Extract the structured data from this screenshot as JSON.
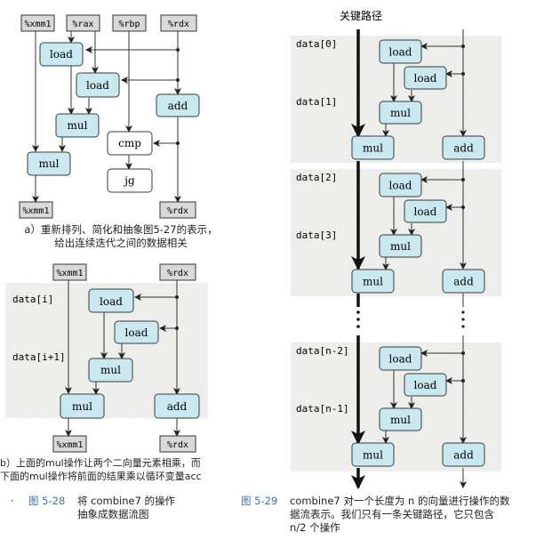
{
  "figure_5_28": {
    "panel_a": {
      "registers_top": [
        "%xmm1",
        "%rax",
        "%rbp",
        "%rdx"
      ],
      "registers_bottom": [
        "%xmm1",
        "%rdx"
      ],
      "ops": {
        "load1": "load",
        "load2": "load",
        "mul1": "mul",
        "mul2": "mul",
        "add": "add",
        "cmp": "cmp",
        "jg": "jg"
      },
      "caption_line1": "a）重新排列、简化和抽象图5-27的表示，",
      "caption_line2": "给出连续迭代之间的数据相关"
    },
    "panel_b": {
      "registers_top": [
        "%xmm1",
        "%rdx"
      ],
      "registers_bottom": [
        "%xmm1",
        "%rdx"
      ],
      "row_labels": [
        "data[i]",
        "data[i+1]"
      ],
      "ops": {
        "load1": "load",
        "load2": "load",
        "mul1": "mul",
        "mul2": "mul",
        "add": "add"
      },
      "caption_line1": "b）上面的mul操作让两个二向量元素相乘，而",
      "caption_line2": "下面的mul操作将前面的结果乘以循环变量acc"
    },
    "figure_number": "图 5-28",
    "caption_line1": "将 combine7 的操作",
    "caption_line2": "抽象成数据流图"
  },
  "figure_5_29": {
    "critical_path_label": "关键路径",
    "blocks": [
      {
        "row_labels": [
          "data[0]",
          "data[1]"
        ],
        "ops": [
          "load",
          "load",
          "mul",
          "mul",
          "add"
        ]
      },
      {
        "row_labels": [
          "data[2]",
          "data[3]"
        ],
        "ops": [
          "load",
          "load",
          "mul",
          "mul",
          "add"
        ]
      },
      {
        "row_labels": [
          "data[n-2]",
          "data[n-1]"
        ],
        "ops": [
          "load",
          "load",
          "mul",
          "mul",
          "add"
        ]
      }
    ],
    "figure_number": "图 5-29",
    "caption_line1": "combine7 对一个长度为 n 的向量进行操作的数",
    "caption_line2": "据流表示。我们只有一条关键路径，它只包含",
    "caption_line3": "n/2 个操作"
  },
  "colors": {
    "op_fill": "#c9e8f0",
    "op_stroke": "#3a3a3a",
    "reg_fill": "#d9d9d9",
    "panel_fill": "#ececea",
    "figno_color": "#3f6fa8"
  }
}
